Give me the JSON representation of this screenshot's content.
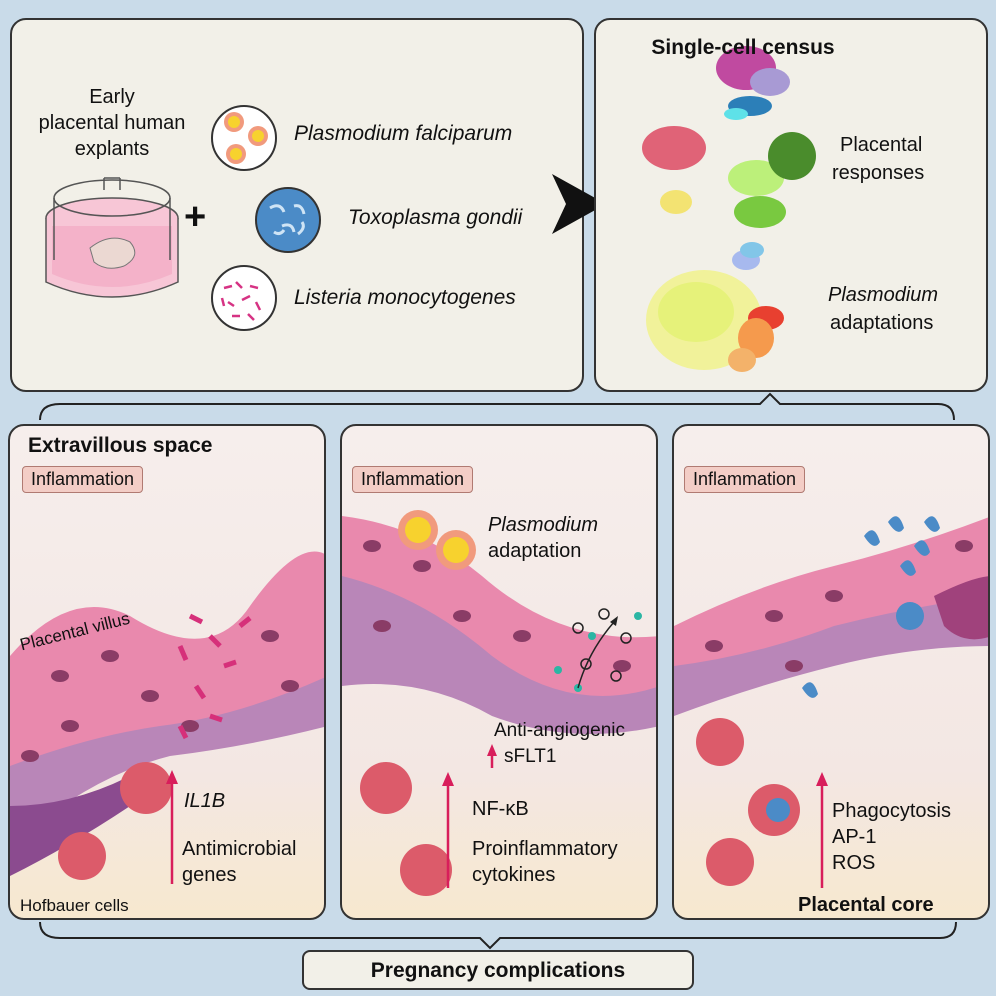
{
  "top_left": {
    "explant_label": [
      "Early",
      "placental human",
      "explants"
    ],
    "plus": "+",
    "pathogens": [
      "Plasmodium falciparum",
      "Toxoplasma gondii",
      "Listeria monocytogenes"
    ]
  },
  "top_right": {
    "title": "Single-cell census",
    "label_responses": [
      "Placental",
      "responses"
    ],
    "label_plasmodium": [
      "Plasmodium",
      "adaptations"
    ]
  },
  "panel1": {
    "title": "Extravillous space",
    "tag": "Inflammation",
    "villus_label": "Placental villus",
    "gene": "IL1B",
    "genes": [
      "Antimicrobial",
      "genes"
    ],
    "cells": "Hofbauer cells"
  },
  "panel2": {
    "tag": "Inflammation",
    "adapt": [
      "Plasmodium",
      "adaptation"
    ],
    "anti": "Anti-angiogenic",
    "sflt": "sFLT1",
    "nfkb": "NF-κB",
    "cyto": [
      "Proinflammatory",
      "cytokines"
    ]
  },
  "panel3": {
    "tag": "Inflammation",
    "responses": [
      "Phagocytosis",
      "AP-1",
      "ROS"
    ],
    "core": "Placental core"
  },
  "bottom": {
    "label": "Pregnancy complications"
  },
  "colors": {
    "background": "#c9dbe9",
    "box": "#f2f0e8",
    "tissue": "#e989ad",
    "arrow": "#d81e5b",
    "cell": "#dc5b6a"
  }
}
